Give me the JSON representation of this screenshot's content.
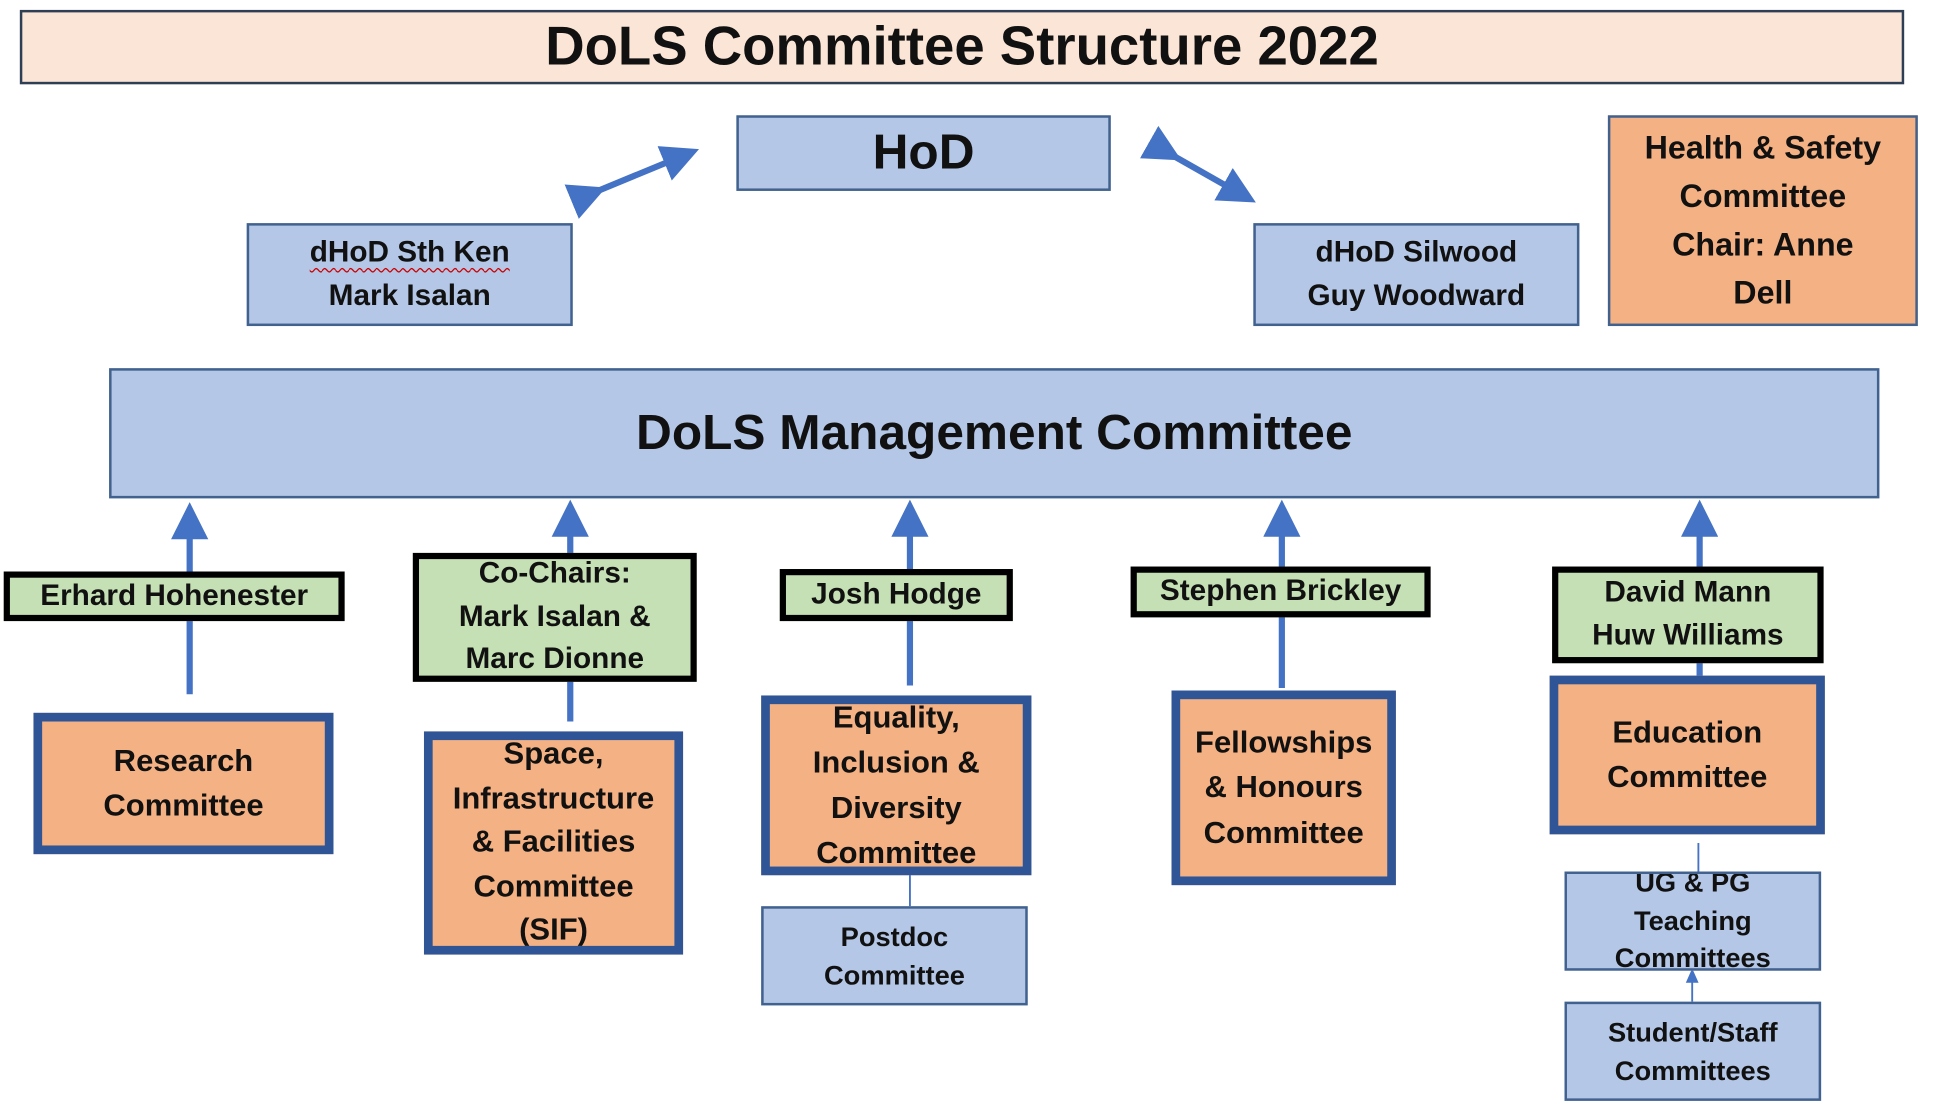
{
  "title": "DoLS Committee Structure 2022",
  "hod": "HoD",
  "dhod_south_ken": [
    "dHoD Sth Ken",
    "Mark Isalan"
  ],
  "dhod_silwood": [
    "dHoD Silwood",
    "Guy Woodward"
  ],
  "health_safety": [
    "Health & Safety",
    "Committee",
    "Chair: Anne",
    "Dell"
  ],
  "management": "DoLS Management Committee",
  "chairs": {
    "research": [
      "Erhard Hohenester"
    ],
    "sif": [
      "Co-Chairs:",
      "Mark Isalan &",
      "Marc Dionne"
    ],
    "edi": [
      "Josh Hodge"
    ],
    "fellowships": [
      "Stephen Brickley"
    ],
    "education": [
      "David Mann",
      "Huw Williams"
    ]
  },
  "committees": {
    "research": [
      "Research",
      "Committee"
    ],
    "sif": [
      "Space,",
      "Infrastructure",
      "& Facilities",
      "Committee",
      "(SIF)"
    ],
    "edi": [
      "Equality,",
      "Inclusion &",
      "Diversity",
      "Committee"
    ],
    "fellowships": [
      "Fellowships",
      "& Honours",
      "Committee"
    ],
    "education": [
      "Education",
      "Committee"
    ]
  },
  "sub_committees": {
    "postdoc": [
      "Postdoc",
      "Committee"
    ],
    "ug_pg": [
      "UG & PG",
      "Teaching",
      "Committees"
    ],
    "student_staff": [
      "Student/Staff",
      "Committees"
    ]
  },
  "colors": {
    "blue_fill": "#b4c7e7",
    "orange_fill": "#f4b183",
    "green_fill": "#c5e0b4",
    "title_fill": "#fbe5d6",
    "arrow": "#4472c4"
  }
}
